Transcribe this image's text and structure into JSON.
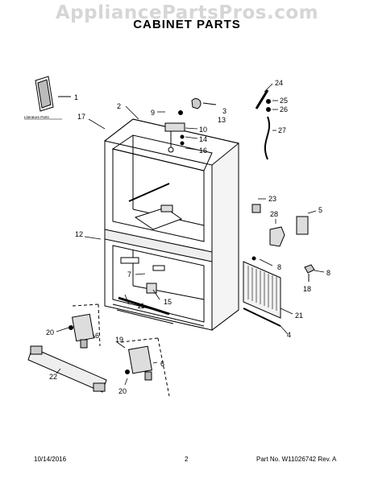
{
  "header": {
    "watermark": "AppliancePartsPros.com",
    "title": "CABINET PARTS"
  },
  "literature_label": "Literature Parts",
  "callouts": [
    {
      "id": "c1",
      "text": "1"
    },
    {
      "id": "c2",
      "text": "2"
    },
    {
      "id": "c3",
      "text": "3"
    },
    {
      "id": "c4",
      "text": "4"
    },
    {
      "id": "c5",
      "text": "5"
    },
    {
      "id": "c6a",
      "text": "6"
    },
    {
      "id": "c6b",
      "text": "6"
    },
    {
      "id": "c7",
      "text": "7"
    },
    {
      "id": "c8a",
      "text": "8"
    },
    {
      "id": "c8b",
      "text": "8"
    },
    {
      "id": "c9",
      "text": "9"
    },
    {
      "id": "c10",
      "text": "10"
    },
    {
      "id": "c11",
      "text": "11"
    },
    {
      "id": "c12",
      "text": "12"
    },
    {
      "id": "c13",
      "text": "13"
    },
    {
      "id": "c14",
      "text": "14"
    },
    {
      "id": "c15",
      "text": "15"
    },
    {
      "id": "c16",
      "text": "16"
    },
    {
      "id": "c17",
      "text": "17"
    },
    {
      "id": "c18",
      "text": "18"
    },
    {
      "id": "c19",
      "text": "19"
    },
    {
      "id": "c20a",
      "text": "20"
    },
    {
      "id": "c20b",
      "text": "20"
    },
    {
      "id": "c21",
      "text": "21"
    },
    {
      "id": "c22",
      "text": "22"
    },
    {
      "id": "c23",
      "text": "23"
    },
    {
      "id": "c24",
      "text": "24"
    },
    {
      "id": "c25",
      "text": "25"
    },
    {
      "id": "c26",
      "text": "26"
    },
    {
      "id": "c27",
      "text": "27"
    },
    {
      "id": "c28",
      "text": "28"
    }
  ],
  "footer": {
    "date": "10/14/2016",
    "page": "2",
    "part_no": "Part No. W11026742  Rev. A"
  }
}
